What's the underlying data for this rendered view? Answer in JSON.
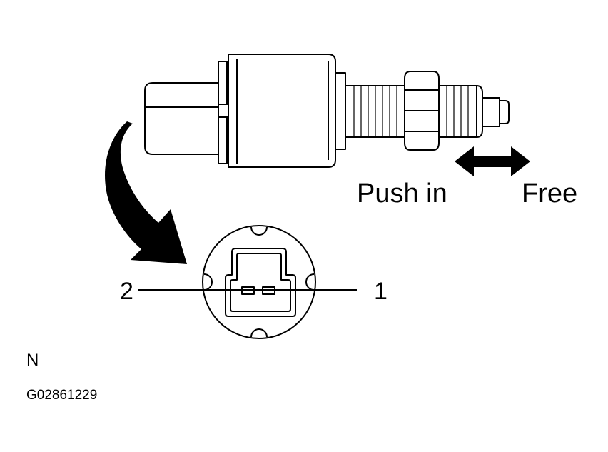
{
  "labels": {
    "push_in": "Push in",
    "free": "Free",
    "pin_2": "2",
    "pin_1": "1",
    "view_letter": "N",
    "figure_code": "G02861229"
  },
  "colors": {
    "ink": "#000000",
    "paper": "#ffffff"
  },
  "icons": {
    "rotate_arrow": "curved-arrow-icon",
    "motion_arrow": "double-headed-arrow-icon"
  }
}
